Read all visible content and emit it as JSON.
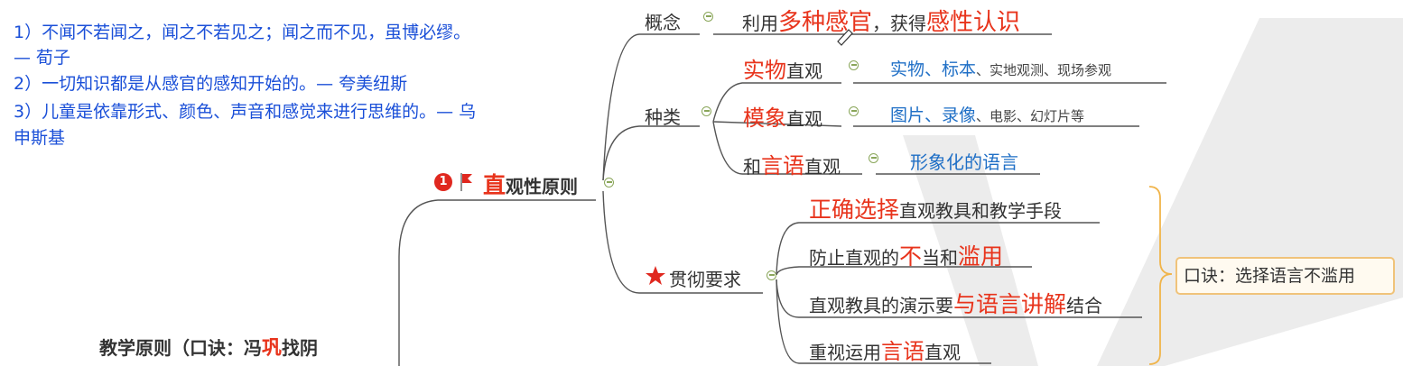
{
  "quotes": {
    "q1": "1）不闻不若闻之，闻之不若见之；闻之而不见，虽博必缪。",
    "q1_author": "— 荀子",
    "q2": "2）一切知识都是从感官的感知开始的。— 夸美纽斯",
    "q3": "3）儿童是依靠形式、颜色、声音和感觉来进行思维的。— 乌",
    "q3_cont": "申斯基"
  },
  "mindmap": {
    "root_partial": {
      "prefix": "教学原则（口诀：冯",
      "highlight": "巩",
      "suffix": "找阴"
    },
    "principle": {
      "badge_number": "1",
      "title_highlight": "直",
      "title_rest": "观性原则"
    },
    "concept": {
      "label": "概念",
      "text_prefix": "利用",
      "text_highlight1": "多种感官",
      "text_middle": "，获得",
      "text_highlight2": "感性认识"
    },
    "types": {
      "label": "种类",
      "items": [
        {
          "highlight": "实物",
          "rest": "直观",
          "detail_blue": "实物、标本",
          "detail_small": "、实地观测、现场参观"
        },
        {
          "highlight": "模象",
          "rest": "直观",
          "detail_blue": "图片、录像",
          "detail_small": "、电影、幻灯片等"
        },
        {
          "prefix": "和",
          "highlight": "言语",
          "rest": "直观",
          "detail_blue": "形象化的语言"
        }
      ]
    },
    "requirements": {
      "label": "贯彻要求",
      "items": [
        {
          "highlight": "正确选择",
          "rest": "直观教具和教学手段"
        },
        {
          "prefix": "防止直观的",
          "highlight": "不",
          "middle": "当和",
          "highlight2": "滥用"
        },
        {
          "prefix": "直观教具的演示要",
          "highlight": "与语言讲解",
          "rest": "结合"
        },
        {
          "prefix": "重视运用",
          "highlight": "言语",
          "rest": "直观"
        }
      ],
      "mnemonic": "口诀：选择语言不滥用"
    }
  },
  "colors": {
    "highlight_red": "#e8341c",
    "detail_blue": "#1f6fc6",
    "quote_blue": "#1a4fd8",
    "branch_line": "#555555",
    "fold_green": "#8aa65a",
    "bracket_orange": "#f0b44a"
  }
}
